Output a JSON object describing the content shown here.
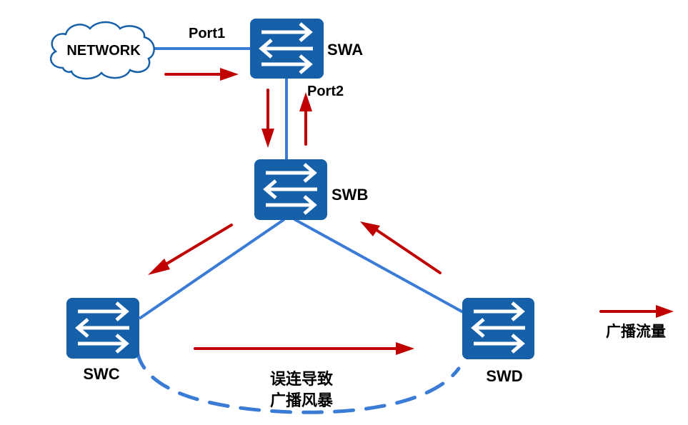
{
  "colors": {
    "link": "#3a7bd5",
    "switch_fill": "#1560a8",
    "arrow": "#c00000",
    "text": "#000000"
  },
  "cloud": {
    "label": "NETWORK",
    "icon": "cloud-icon"
  },
  "ports": {
    "port1": "Port1",
    "port2": "Port2"
  },
  "switches": [
    {
      "id": "swa",
      "label": "SWA",
      "icon": "switch-icon"
    },
    {
      "id": "swb",
      "label": "SWB",
      "icon": "switch-icon"
    },
    {
      "id": "swc",
      "label": "SWC",
      "icon": "switch-icon"
    },
    {
      "id": "swd",
      "label": "SWD",
      "icon": "switch-icon"
    }
  ],
  "loop_note": {
    "line1": "误连导致",
    "line2": "广播风暴"
  },
  "legend": {
    "label": "广播流量",
    "icon": "red-arrow-icon"
  }
}
